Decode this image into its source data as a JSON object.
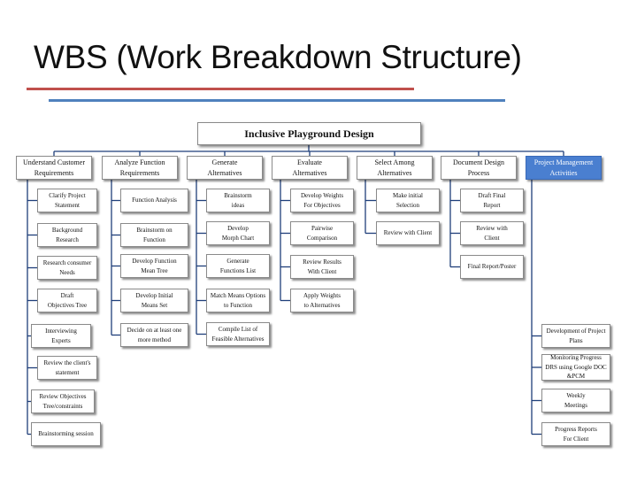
{
  "title": "WBS (Work Breakdown Structure)",
  "colors": {
    "rule_red": "#c0504d",
    "rule_blue": "#4f81bd",
    "accent": "#4a7fd0",
    "connector": "#1f3f7a"
  },
  "root": {
    "label": "Inclusive Playground  Design"
  },
  "columns": [
    {
      "label": "Understand Customer\nRequirements",
      "children": [
        "Clarify Project\nStatement",
        "Background\nResearch",
        "Research consumer\nNeeds",
        "Draft\nObjectives Tree",
        "Interviewing\nExperts",
        "Review the client's\nstatement",
        "Review Objectives\nTree/constraints",
        "Brainstorming session"
      ]
    },
    {
      "label": "Analyze Function\nRequirements",
      "children": [
        "Function Analysis",
        "Brainstorm on\nFunction",
        "Develop Function\nMean Tree",
        "Develop Initial\nMeans Set",
        "Decide on at least one\nmore method"
      ]
    },
    {
      "label": "Generate\nAlternatives",
      "children": [
        "Brainstorm\nideas",
        "Develop\nMorph Chart",
        "Generate\nFunctions List",
        "Match Means Options\nto Function",
        "Compile List of\nFeasible Alternatives"
      ]
    },
    {
      "label": "Evaluate\nAlternatives",
      "children": [
        "Develop Weights\nFor Objectives",
        "Pairwise\nComparison",
        "Review Results\nWith Client",
        "Apply Weights\nto Alternatives"
      ]
    },
    {
      "label": "Select Among\nAlternatives",
      "children": [
        "Make initial\nSelection",
        "Review with Client"
      ]
    },
    {
      "label": "Document Design\nProcess",
      "children": [
        "Draft Final\nReport",
        "Review with\nClient",
        "Final Report/Poster"
      ]
    },
    {
      "label": "Project Management\nActivities",
      "children": [
        "Development of Project\nPlans",
        "Monitoring Progress\nDRS using Google DOC\n&PCM",
        "Weekly\nMeetings",
        "Progress Reports\nFor Client"
      ]
    }
  ]
}
